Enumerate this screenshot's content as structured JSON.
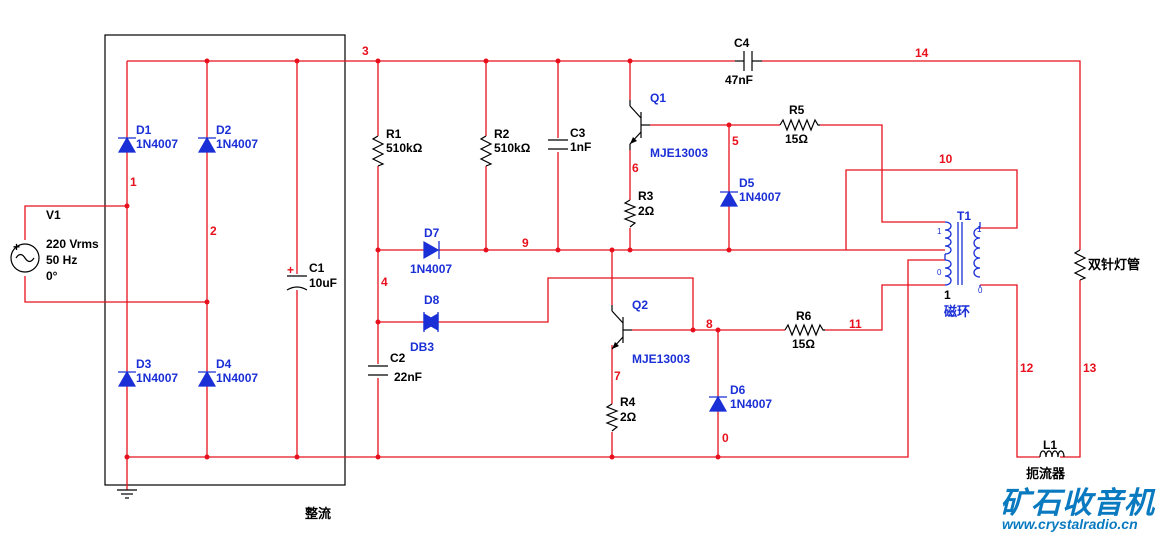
{
  "source": {
    "name": "V1",
    "voltage": "220 Vrms",
    "frequency": "50 Hz",
    "phase": "0°"
  },
  "rectifier_label": "整流",
  "diodes": {
    "D1": {
      "name": "D1",
      "part": "1N4007"
    },
    "D2": {
      "name": "D2",
      "part": "1N4007"
    },
    "D3": {
      "name": "D3",
      "part": "1N4007"
    },
    "D4": {
      "name": "D4",
      "part": "1N4007"
    },
    "D5": {
      "name": "D5",
      "part": "1N4007"
    },
    "D6": {
      "name": "D6",
      "part": "1N4007"
    },
    "D7": {
      "name": "D7",
      "part": "1N4007"
    },
    "D8": {
      "name": "D8",
      "part": "DB3"
    }
  },
  "capacitors": {
    "C1": {
      "name": "C1",
      "value": "10uF"
    },
    "C2": {
      "name": "C2",
      "value": "22nF"
    },
    "C3": {
      "name": "C3",
      "value": "1nF"
    },
    "C4": {
      "name": "C4",
      "value": "47nF"
    }
  },
  "resistors": {
    "R1": {
      "name": "R1",
      "value": "510kΩ"
    },
    "R2": {
      "name": "R2",
      "value": "510kΩ"
    },
    "R3": {
      "name": "R3",
      "value": "2Ω"
    },
    "R4": {
      "name": "R4",
      "value": "2Ω"
    },
    "R5": {
      "name": "R5",
      "value": "15Ω"
    },
    "R6": {
      "name": "R6",
      "value": "15Ω"
    }
  },
  "transistors": {
    "Q1": {
      "name": "Q1",
      "part": "MJE13003"
    },
    "Q2": {
      "name": "Q2",
      "part": "MJE13003"
    }
  },
  "transformer": {
    "name": "T1",
    "label": "磁环",
    "pin_top": "1",
    "pin_bottom_left": "1",
    "pin_bottom_right": "0"
  },
  "inductor": {
    "name": "L1",
    "label": "扼流器"
  },
  "lamp": {
    "label": "双针灯管"
  },
  "nodes": [
    "0",
    "1",
    "2",
    "3",
    "4",
    "5",
    "6",
    "7",
    "8",
    "9",
    "10",
    "11",
    "12",
    "13",
    "14"
  ],
  "watermark": {
    "brand": "矿石收音机",
    "url": "www.crystalradio.cn"
  }
}
